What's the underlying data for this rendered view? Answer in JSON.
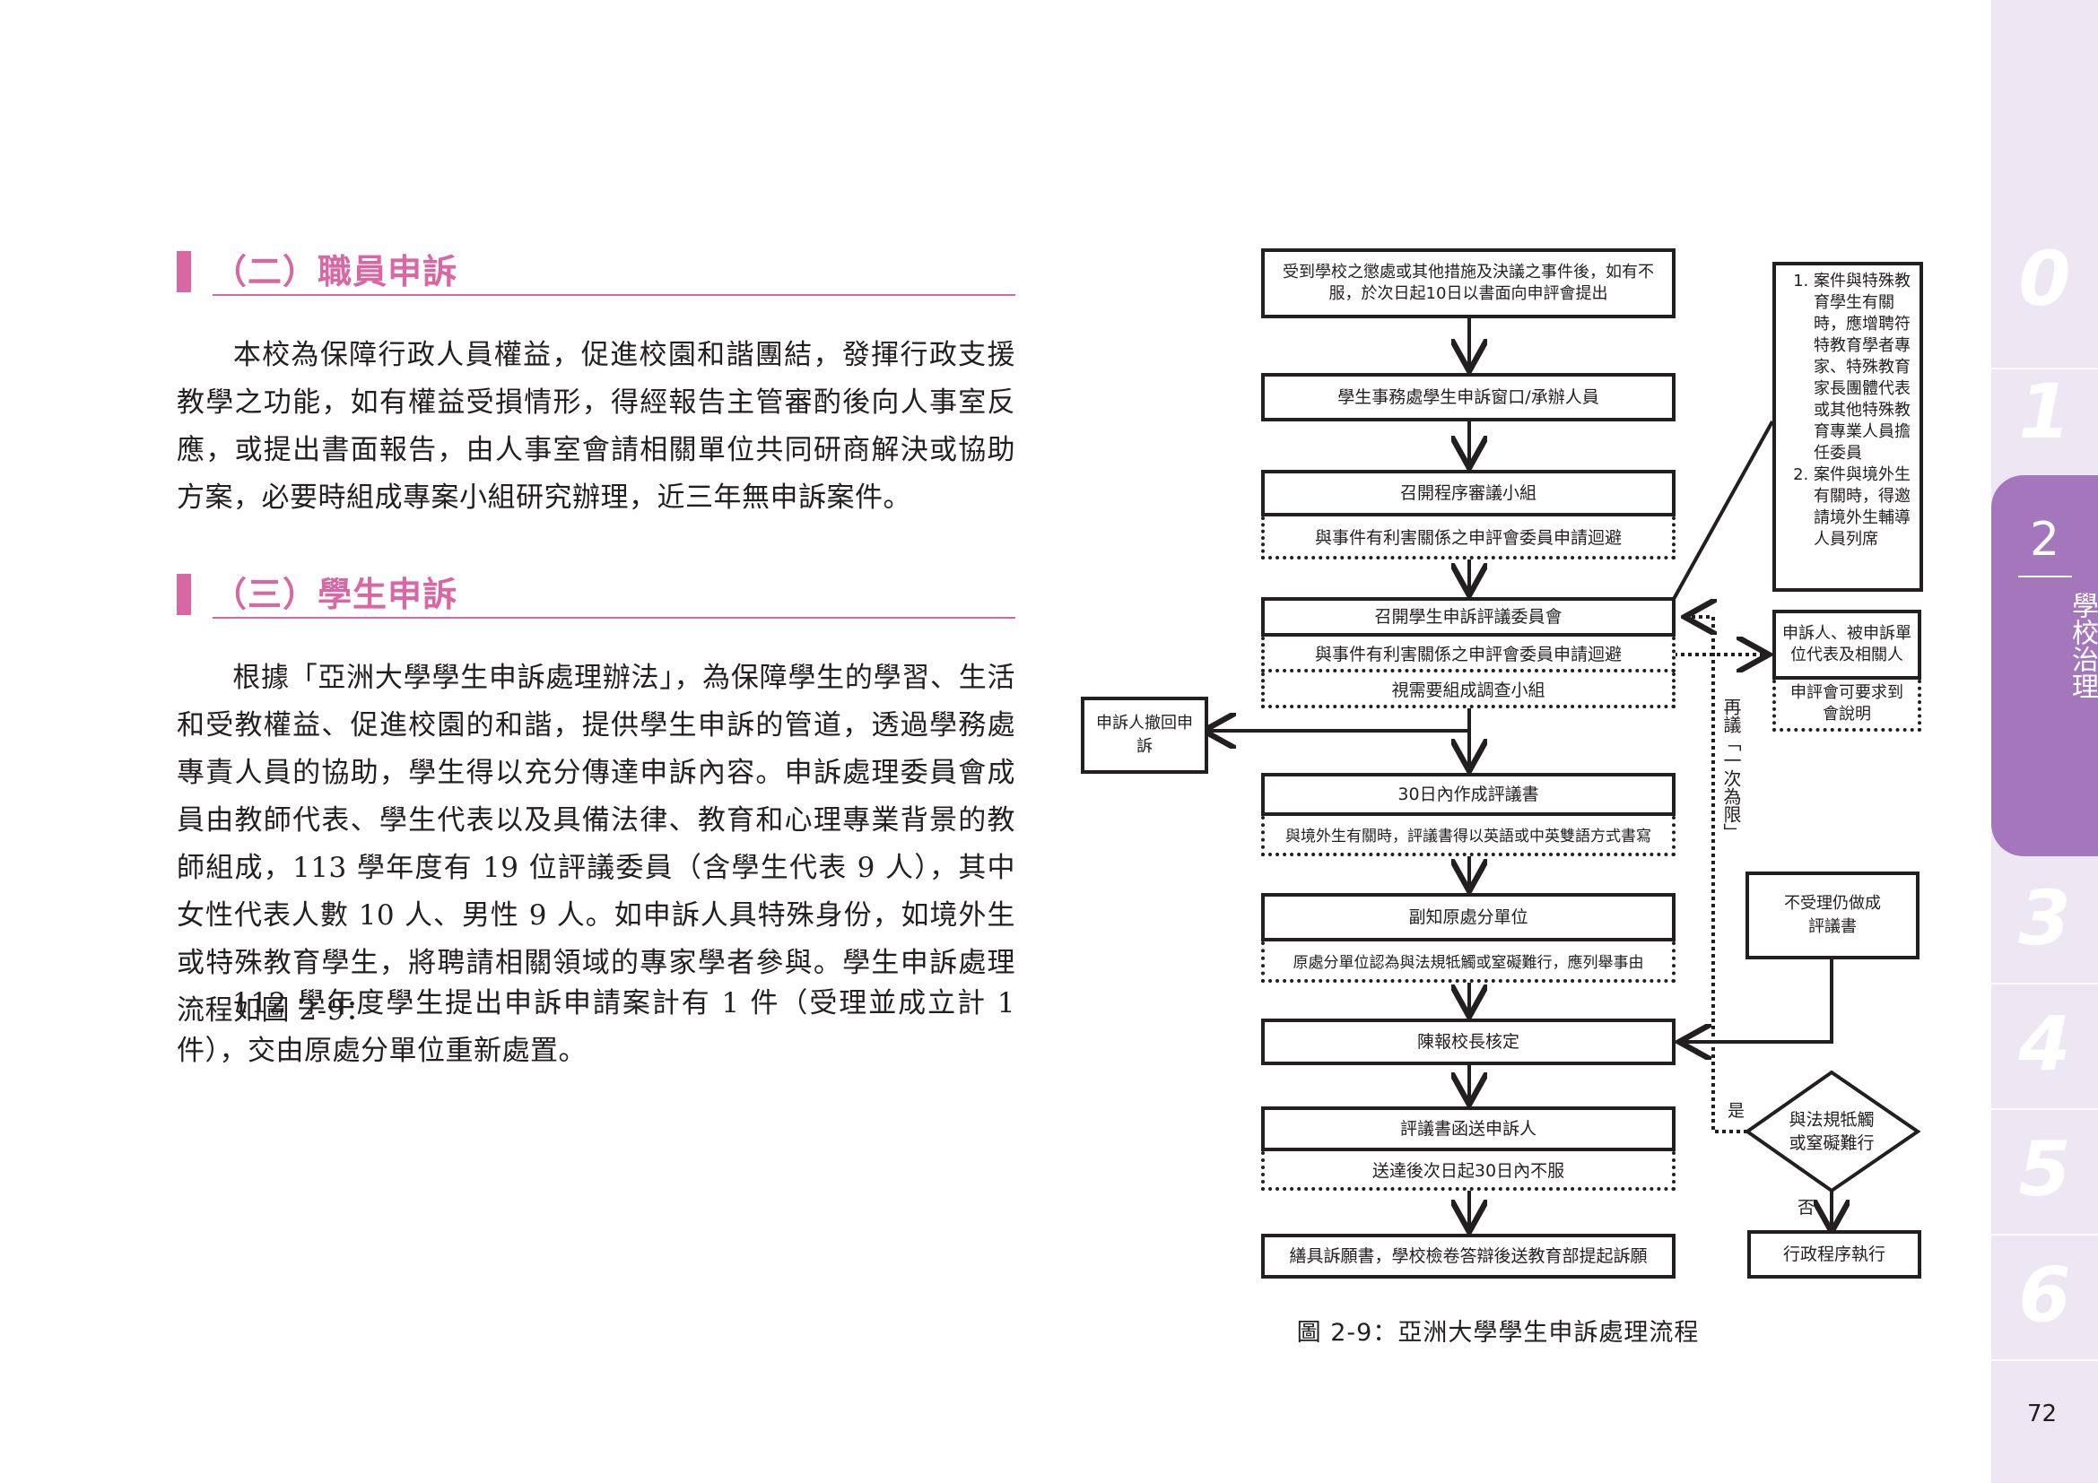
{
  "sections": [
    {
      "title": "（二）職員申訴"
    },
    {
      "title": "（三）學生申訴"
    }
  ],
  "paragraphs": {
    "staff": "本校為保障行政人員權益，促進校園和諧團結，發揮行政支援教學之功能，如有權益受損情形，得經報告主管審酌後向人事室反應，或提出書面報告，由人事室會請相關單位共同研商解決或協助方案，必要時組成專案小組研究辦理，近三年無申訴案件。",
    "student": "根據「亞洲大學學生申訴處理辦法」，為保障學生的學習、生活和受教權益、促進校園的和諧，提供學生申訴的管道，透過學務處專責人員的協助，學生得以充分傳達申訴內容。申訴處理委員會成員由教師代表、學生代表以及具備法律、教育和心理專業背景的教師組成，113 學年度有 19 位評議委員（含學生代表 9 人），其中女性代表人數 10 人、男性 9 人。如申訴人具特殊身份，如境外生或特殊教育學生，將聘請相關領域的專家學者參與。學生申訴處理流程如圖 2-9：",
    "stat": "112 學年度學生提出申訴申請案計有 1 件（受理並成立計 1 件），交由原處分單位重新處置。"
  },
  "flow": {
    "step1": "受到學校之懲處或其他措施及決議之事件後，如有不服，於次日起10日以書面向申評會提出",
    "step2": "學生事務處學生申訴窗口/承辦人員",
    "step3": "召開程序審議小組",
    "step3_sub": "與事件有利害關係之申評會委員申請迴避",
    "step4": "召開學生申訴評議委員會",
    "step4_sub1": "與事件有利害關係之申評會委員申請迴避",
    "step4_sub2": "視需要組成調查小組",
    "withdraw": "申訴人撤回申訴",
    "step5": "30日內作成評議書",
    "step5_sub": "與境外生有關時，評議書得以英語或中英雙語方式書寫",
    "step6": "副知原處分單位",
    "step6_sub": "原處分單位認為與法規牴觸或窒礙難行，應列舉事由",
    "step7": "陳報校長核定",
    "step8": "評議書函送申訴人",
    "step8_sub": "送達後次日起30日內不服",
    "step9": "繕具訴願書，學校檢卷答辯後送教育部提起訴願",
    "note_items": [
      "案件與特殊教育學生有關時，應增聘符特教育學者專家、特殊教育家長團體代表或其他特殊教育專業人員擔任委員",
      "案件與境外生有關時，得邀請境外生輔導人員列席"
    ],
    "explain": "申訴人、被申訴單位代表及相關人",
    "explain_sub": "申評會可要求到會說明",
    "reconsider": "再議「一次為限」",
    "not_accept": "不受理仍做成評議書",
    "decision": "與法規牴觸或窒礙難行",
    "yes": "是",
    "no": "否",
    "admin": "行政程序執行"
  },
  "caption": "圖 2-9：亞洲大學學生申訴處理流程",
  "sidebar": {
    "tabs": [
      "0",
      "1",
      "3",
      "4",
      "5",
      "6"
    ],
    "active_num": "2",
    "active_label": "學校治理"
  },
  "page_number": "72"
}
